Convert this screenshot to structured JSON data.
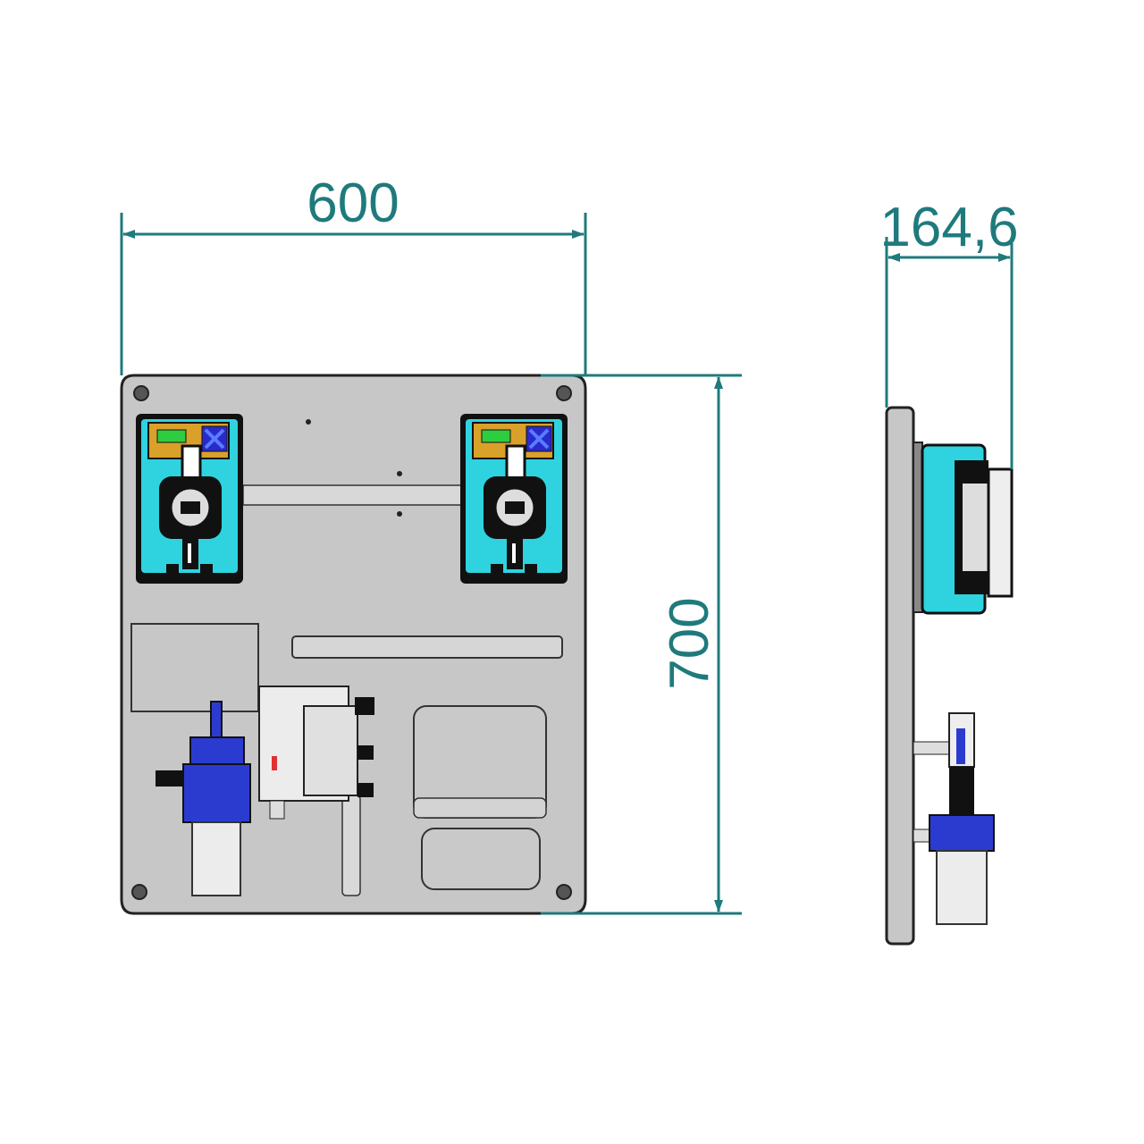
{
  "dimensions": {
    "width_label": "600",
    "depth_label": "164,6",
    "height_label": "700"
  },
  "colors": {
    "dimension_line": "#1f7a7c",
    "panel": "#c7c7c7",
    "pump_body": "#2fd3e0",
    "pump_display": "#d9a02a",
    "pump_screen": "#2ecc40",
    "pump_keypad": "#2a2acc",
    "filter_blue": "#2b3bd0"
  }
}
